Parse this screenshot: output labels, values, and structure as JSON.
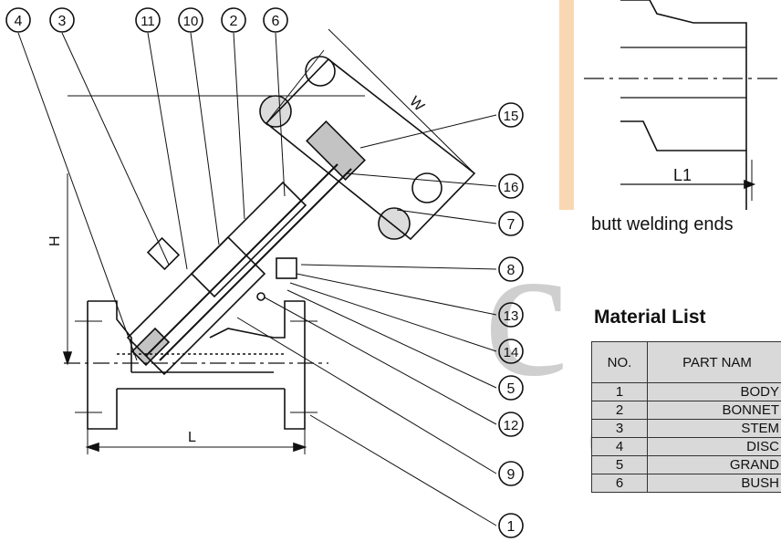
{
  "callouts": [
    "4",
    "3",
    "11",
    "10",
    "2",
    "6",
    "15",
    "16",
    "7",
    "8",
    "13",
    "14",
    "5",
    "12",
    "9",
    "1"
  ],
  "dimensions": {
    "w": "W",
    "h": "H",
    "l": "L",
    "l1": "L1"
  },
  "inset": {
    "caption": "butt welding ends"
  },
  "material_list": {
    "title": "Material List",
    "headers": [
      "NO.",
      "PART NAM"
    ],
    "rows": [
      [
        "1",
        "BODY"
      ],
      [
        "2",
        "BONNET"
      ],
      [
        "3",
        "STEM"
      ],
      [
        "4",
        "DISC"
      ],
      [
        "5",
        "GRAND"
      ],
      [
        "6",
        "BUSH"
      ]
    ]
  }
}
